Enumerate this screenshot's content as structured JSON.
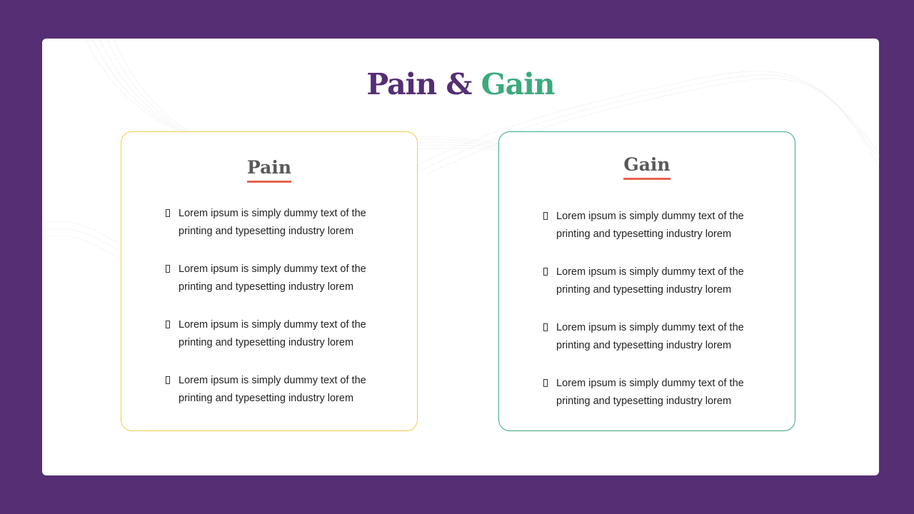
{
  "slide": {
    "title_part1": "Pain &",
    "title_part2": "Gain"
  },
  "colors": {
    "background": "#552e74",
    "title_primary": "#552e74",
    "title_accent": "#3aaa7b",
    "pain_border": "#f2cd4b",
    "gain_border": "#3aaa7b",
    "heading_underline": "#e8634f"
  },
  "pain_card": {
    "heading": "Pain",
    "items": [
      {
        "icon": "bullet-icon",
        "line1": "Lorem ipsum is simply dummy text of the",
        "line2": "printing and typesetting industry lorem"
      },
      {
        "icon": "bullet-icon",
        "line1": "Lorem ipsum is simply dummy text of the",
        "line2": "printing and typesetting industry lorem"
      },
      {
        "icon": "bullet-icon",
        "line1": "Lorem ipsum is simply dummy text of the",
        "line2": "printing and typesetting industry lorem"
      },
      {
        "icon": "bullet-icon",
        "line1": "Lorem ipsum is simply dummy text of the",
        "line2": "printing and typesetting industry lorem"
      }
    ]
  },
  "gain_card": {
    "heading": "Gain",
    "items": [
      {
        "icon": "bullet-icon",
        "line1": "Lorem ipsum is simply dummy text of the",
        "line2": "printing and typesetting industry lorem"
      },
      {
        "icon": "bullet-icon",
        "line1": "Lorem ipsum is simply dummy text of the",
        "line2": "printing and typesetting industry lorem"
      },
      {
        "icon": "bullet-icon",
        "line1": "Lorem ipsum is simply dummy text of the",
        "line2": "printing and typesetting industry lorem"
      },
      {
        "icon": "bullet-icon",
        "line1": "Lorem ipsum is simply dummy text of the",
        "line2": "printing and typesetting industry lorem"
      }
    ]
  }
}
